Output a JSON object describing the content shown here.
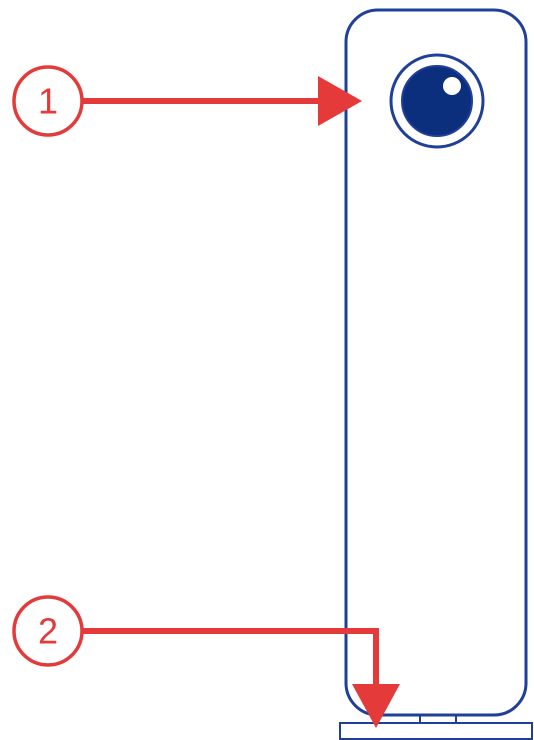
{
  "colors": {
    "device_outline": "#1f3f99",
    "device_fill": "#ffffff",
    "lens_dark": "#0b2f7c",
    "lens_highlight": "#ffffff",
    "callout": "#e53a3a",
    "callout_fill": "#ffffff"
  },
  "callouts": [
    {
      "number": "1",
      "points_to": "front-button"
    },
    {
      "number": "2",
      "points_to": "bottom-stand"
    }
  ],
  "icons": {
    "device": "external-drive-tower-icon",
    "button": "eye-light-button-icon",
    "stand": "stand-base-icon"
  }
}
